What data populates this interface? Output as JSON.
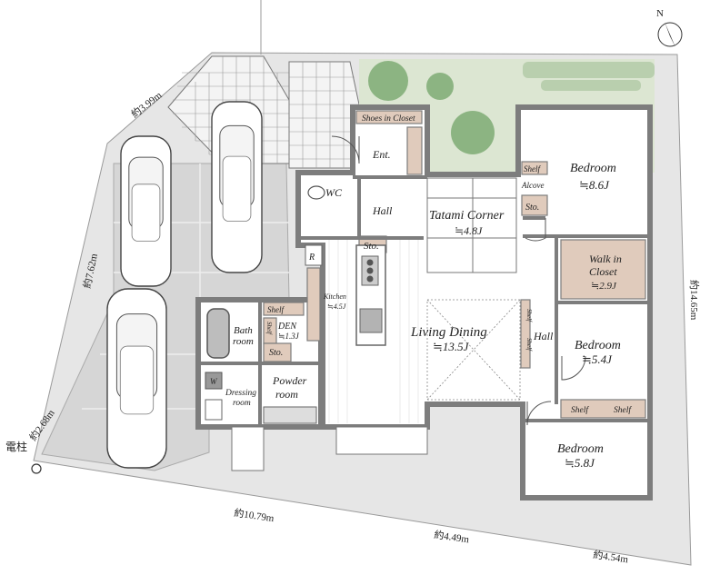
{
  "rooms": {
    "shoes_in_closet": "Shoes in Closet",
    "entrance": "Ent.",
    "wc": "WC",
    "hall_upper": "Hall",
    "storage_hall": "Sto.",
    "tatami_corner": "Tatami Corner",
    "tatami_size": "≒4.8J",
    "bedroom1": "Bedroom",
    "bedroom1_size": "≒8.6J",
    "shelf_alcove": "Shelf",
    "alcove": "Alcove",
    "storage_bed1": "Sto.",
    "walk_in_closet_1": "Walk in",
    "walk_in_closet_2": "Closet",
    "walk_in_size": "≒2.9J",
    "fridge": "R",
    "kitchen": "Kitchen",
    "kitchen_size": "≒4.5J",
    "living_dining": "Living Dining",
    "living_size": "≒13.5J",
    "hall_right": "Hall",
    "shelf_v1": "Shelf",
    "shelf_v2": "Shelf",
    "bedroom2": "Bedroom",
    "bedroom2_size": "≒5.4J",
    "shelf_b2a": "Shelf",
    "shelf_b2b": "Shelf",
    "bath_1": "Bath",
    "bath_2": "room",
    "shelf_den_h": "Shelf",
    "shelf_den_v": "Shelf",
    "den": "DEN",
    "den_size": "≒1.3J",
    "storage_den": "Sto.",
    "washer": "W",
    "dressing_1": "Dressing",
    "dressing_2": "room",
    "powder_1": "Powder",
    "powder_2": "room",
    "bedroom3": "Bedroom",
    "bedroom3_size": "≒5.8J"
  },
  "dimensions": {
    "d1": "約3.99m",
    "d2": "約7.62m",
    "d3": "約2.68m",
    "d4": "約10.79m",
    "d5": "約4.49m",
    "d6": "約4.54m",
    "d7": "約14.65m"
  },
  "utility_pole": "電柱",
  "compass": "N",
  "colors": {
    "lot": "#e6e6e6",
    "parking": "#d6d6d6",
    "garden": "#dce6d2",
    "tree": "#8cb482",
    "wall": "#7d7d7d",
    "storage": "#e0cbbc"
  }
}
